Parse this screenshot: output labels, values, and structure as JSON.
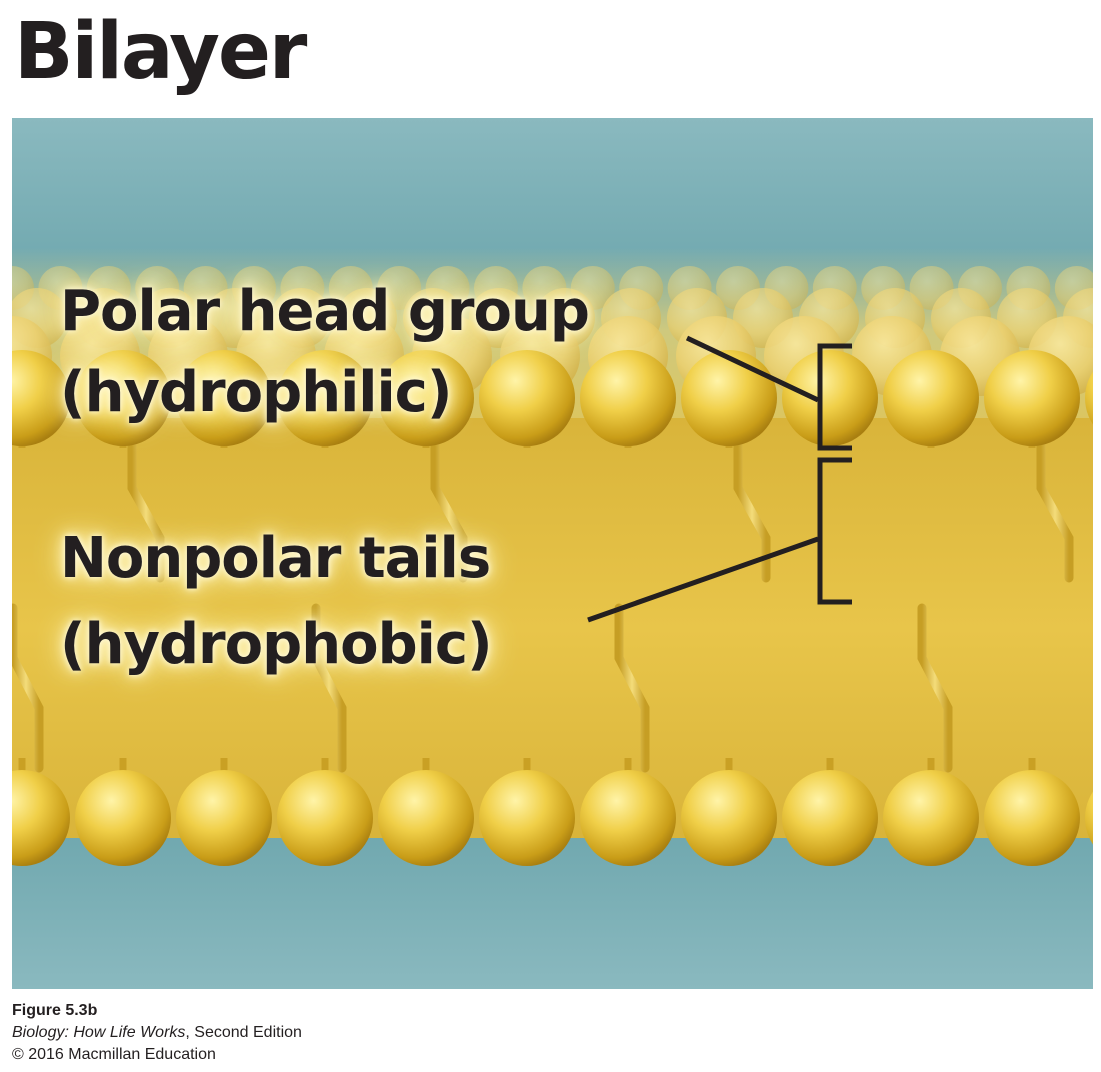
{
  "title": "Bilayer",
  "labels": {
    "head_line1": "Polar head group",
    "head_line2": "(hydrophilic)",
    "tail_line1": "Nonpolar tails",
    "tail_line2": "(hydrophobic)"
  },
  "caption": {
    "figure": "Figure 5.3b",
    "book_title": "Biology: How Life Works",
    "edition": ", Second Edition",
    "copyright": "© 2016 Macmillan Education"
  },
  "colors": {
    "water": "#7fb2b8",
    "lipid": "#e5c03c",
    "text": "#231f20"
  }
}
